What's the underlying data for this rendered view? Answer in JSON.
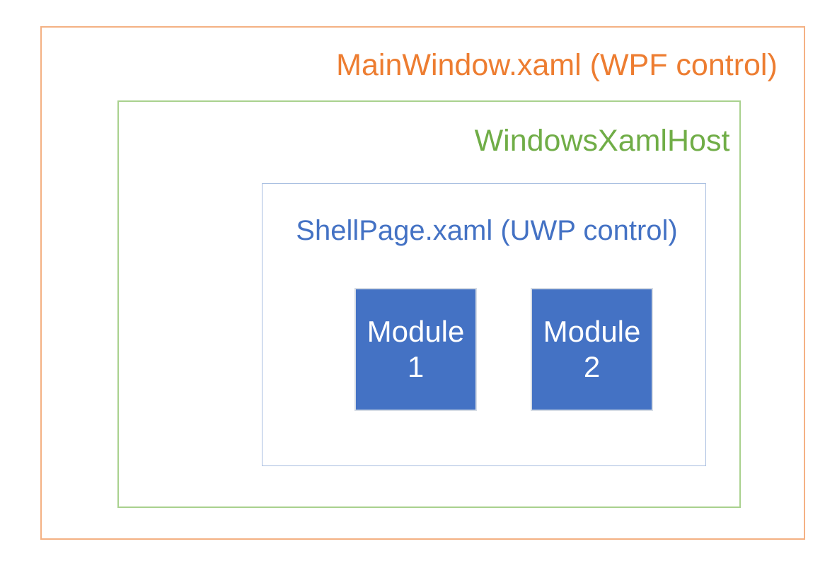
{
  "diagram": {
    "outer_box": {
      "label": "MainWindow.xaml (WPF control)",
      "text_color": "#ED7D31",
      "border_color": "#F4B183"
    },
    "host_box": {
      "label": "WindowsXamlHost",
      "text_color": "#70AD47",
      "border_color": "#A9D18E"
    },
    "shell_box": {
      "label": "ShellPage.xaml (UWP control)",
      "text_color": "#4472C4",
      "border_color": "#A8BEE0"
    },
    "modules": [
      {
        "name": "Module",
        "number": "1",
        "fill_color": "#4472C4",
        "border_color": "#D6DCE5",
        "text_color": "#FFFFFF"
      },
      {
        "name": "Module",
        "number": "2",
        "fill_color": "#4472C4",
        "border_color": "#D6DCE5",
        "text_color": "#FFFFFF"
      }
    ]
  }
}
